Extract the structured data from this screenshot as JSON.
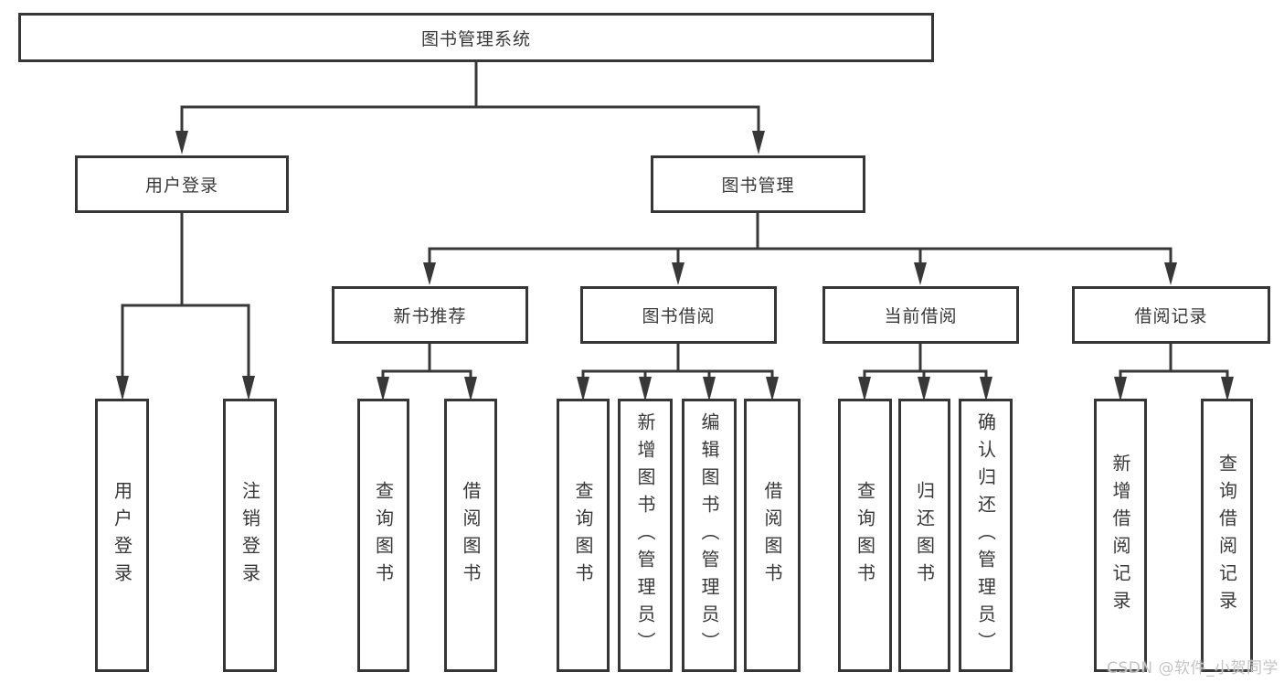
{
  "diagram": {
    "root": "图书管理系统",
    "level2": {
      "user_login": "用户登录",
      "book_mgmt": "图书管理"
    },
    "level3": {
      "new_books": "新书推荐",
      "book_borrow": "图书借阅",
      "current_borrow": "当前借阅",
      "borrow_records": "借阅记录"
    },
    "leaves": {
      "user_login": [
        "用户登录",
        "注销登录"
      ],
      "new_books": [
        "查询图书",
        "借阅图书"
      ],
      "book_borrow": [
        "查询图书",
        "新增图书（管理员）",
        "编辑图书（管理员）",
        "借阅图书"
      ],
      "current_borrow": [
        "查询图书",
        "归还图书",
        "确认归还（管理员）"
      ],
      "borrow_records": [
        "新增借阅记录",
        "查询借阅记录"
      ]
    }
  },
  "watermark": "CSDN @软件_小贺同学",
  "colors": {
    "line": "#383838",
    "border": "#363636",
    "text": "#383838",
    "watermark": "#c4c4c4"
  }
}
